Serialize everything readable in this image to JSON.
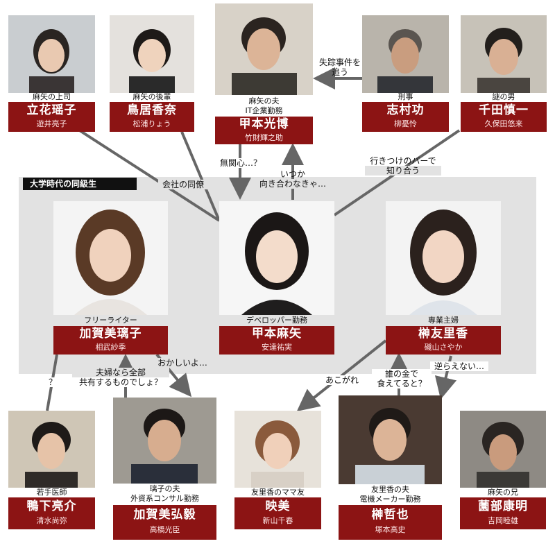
{
  "group_label": "大学時代の同級生",
  "colors": {
    "namebox": "#8c1414",
    "line": "#666666",
    "group_bg": "#e2e2e2"
  },
  "people": {
    "tachibana": {
      "role": "麻矢の上司",
      "name": "立花瑶子",
      "actor": "遊井亮子"
    },
    "torii": {
      "role": "麻矢の後輩",
      "name": "鳥居香奈",
      "actor": "松浦りょう"
    },
    "mitsuhiro": {
      "role_lines": [
        "麻矢の夫",
        "IT企業勤務"
      ],
      "name": "甲本光博",
      "actor": "竹財輝之助"
    },
    "shimura": {
      "role": "刑事",
      "name": "志村功",
      "actor": "柳憂怜"
    },
    "chida": {
      "role": "謎の男",
      "name": "千田慎一",
      "actor": "久保田悠来"
    },
    "ririko": {
      "role": "フリーライター",
      "name": "加賀美璃子",
      "actor": "相武紗季"
    },
    "maya": {
      "role": "デベロッパー勤務",
      "name": "甲本麻矢",
      "actor": "安達祐実"
    },
    "yurika": {
      "role": "専業主婦",
      "name": "榊友里香",
      "actor": "磯山さやか"
    },
    "kamoshita": {
      "role": "若手医師",
      "name": "鴨下亮介",
      "actor": "清水尚弥"
    },
    "hiroki": {
      "role_lines": [
        "璃子の夫",
        "外資系コンサル勤務"
      ],
      "name": "加賀美弘毅",
      "actor": "高橋光臣"
    },
    "emi": {
      "role": "友里香のママ友",
      "name": "映美",
      "actor": "新山千春"
    },
    "tetsuya": {
      "role_lines": [
        "友里香の夫",
        "電機メーカー勤務"
      ],
      "name": "榊哲也",
      "actor": "塚本高史"
    },
    "sonobe": {
      "role": "麻矢の兄",
      "name": "薗部康明",
      "actor": "吉岡睦雄"
    }
  },
  "relations": {
    "shimura_mitsuhiro": [
      "失踪事件を",
      "追う"
    ],
    "company": "会社の同僚",
    "mitsuhiro_to_maya": [
      "無関心…？"
    ],
    "maya_to_mitsuhiro": [
      "いつか",
      "向き合わなきゃ…"
    ],
    "chida_maya": [
      "行きつけのバーで",
      "知り合う"
    ],
    "ririko_kamoshita": "？",
    "hiroki_to_ririko": [
      "夫婦なら全部",
      "共有するものでしょ？"
    ],
    "ririko_to_hiroki": "おかしいよ…",
    "yurika_emi": "あこがれ",
    "tetsuya_yurika": [
      "誰の金で",
      "食えてると？"
    ],
    "yurika_tetsuya": "逆らえない…"
  }
}
